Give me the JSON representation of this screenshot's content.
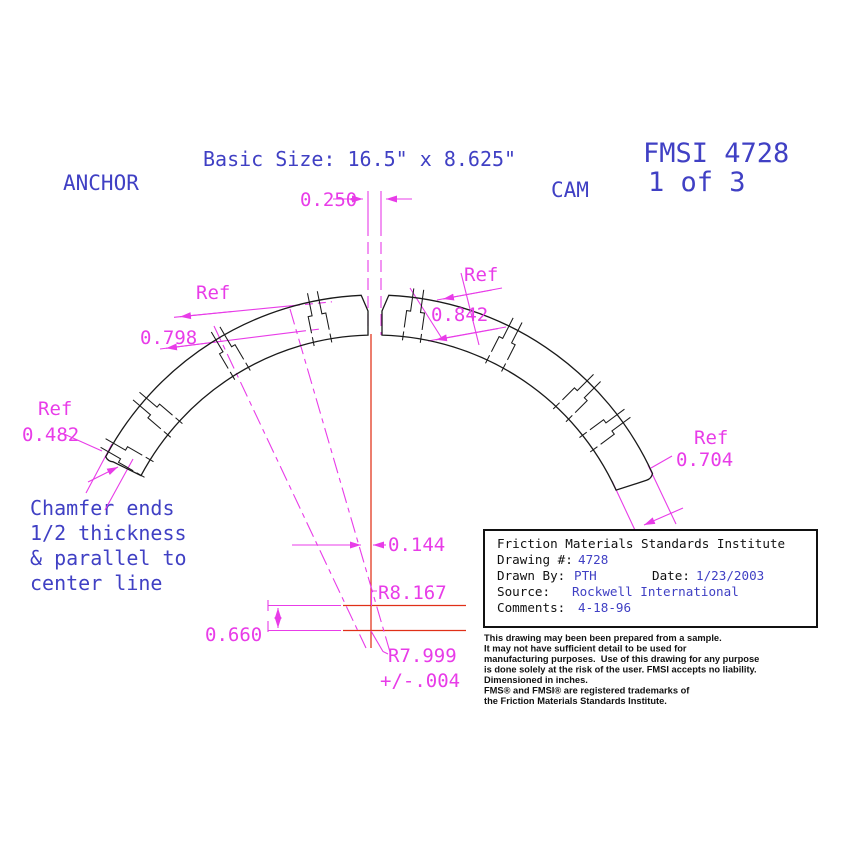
{
  "colors": {
    "magenta": "#E83CE8",
    "blue": "#4040C4",
    "red": "#E03018",
    "black": "#1a1a1a"
  },
  "header": {
    "basic_size": "Basic Size: 16.5\" x 8.625\"",
    "anchor_label": "ANCHOR",
    "cam_label": "CAM",
    "drawing_id": "FMSI 4728",
    "sheet": "1 of 3"
  },
  "notes": {
    "chamfer": [
      "Chamfer ends",
      "1/2 thickness",
      "& parallel to",
      "center line"
    ]
  },
  "dimensions": {
    "gap": "0.250",
    "left_block_ref": "Ref",
    "left_block": "0.798",
    "right_block_ref": "Ref",
    "right_block": "0.842",
    "left_end_ref": "Ref",
    "left_end": "0.482",
    "right_end_ref": "Ref",
    "right_end": "0.704",
    "center_offset": "0.144",
    "outer_radius": "R8.167",
    "inner_radius": "R7.999",
    "inner_radius_tol": "+/-.004",
    "center_drop": "0.660"
  },
  "title_block": {
    "institute": "Friction Materials Standards Institute",
    "drawing_label": "Drawing #:",
    "drawing_number": "4728",
    "drawn_by_label": "Drawn By:",
    "drawn_by": "PTH",
    "date_label": "Date:",
    "date": "1/23/2003",
    "source_label": "Source:",
    "source": "Rockwell International",
    "comments_label": "Comments:",
    "comments": "4-18-96"
  },
  "disclaimer": [
    "This drawing may been been prepared from a sample.",
    "It may not have sufficient detail to be used for",
    "manufacturing purposes.  Use of this drawing for any purpose",
    "is done solely at the risk of the user. FMSI accepts no liability.",
    "Dimensioned in inches.",
    "FMS® and FMSI® are registered trademarks of",
    "the Friction Materials Standards Institute."
  ]
}
